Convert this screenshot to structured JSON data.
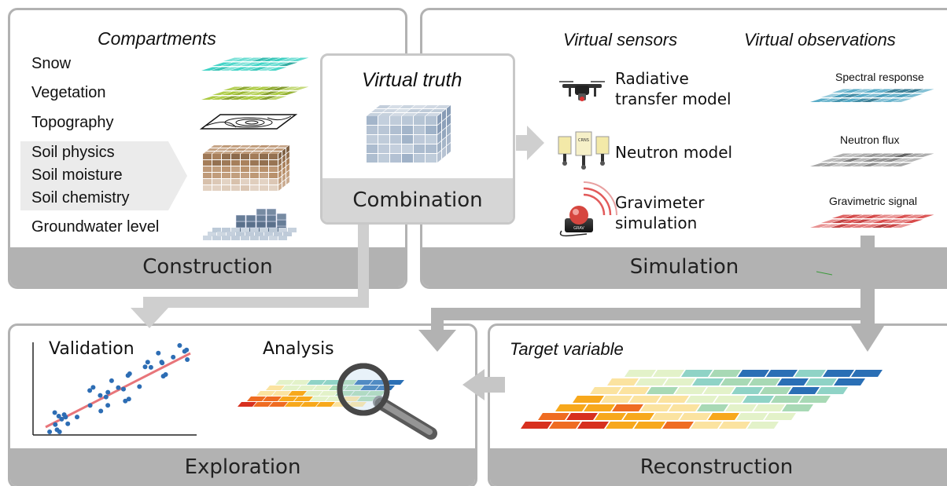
{
  "construction": {
    "footer": "Construction",
    "compartments_title": "Compartments",
    "items": [
      "Snow",
      "Vegetation",
      "Topography",
      "Soil physics",
      "Soil moisture",
      "Soil chemistry",
      "Groundwater level"
    ]
  },
  "combination": {
    "title": "Virtual truth",
    "footer": "Combination"
  },
  "simulation": {
    "footer": "Simulation",
    "sensors_title": "Virtual sensors",
    "observations_title": "Virtual observations",
    "sensors": [
      "Radiative transfer model",
      "Neutron model",
      "Gravimeter simulation"
    ],
    "sensor_lines": {
      "radiative_1": "Radiative",
      "radiative_2": "transfer model",
      "neutron": "Neutron model",
      "grav_1": "Gravimeter",
      "grav_2": "simulation"
    },
    "observations": [
      "Spectral response",
      "Neutron flux",
      "Gravimetric signal"
    ],
    "crns_label": "CRNS",
    "grav_label": "GRAV"
  },
  "exploration": {
    "footer": "Exploration",
    "validation": "Validation",
    "analysis": "Analysis"
  },
  "reconstruction": {
    "footer": "Reconstruction",
    "target": "Target variable"
  },
  "colors": {
    "panel_border": "#b2b2b2",
    "arrow": "#c9c9c9",
    "scatter_point": "#2d6db4",
    "regression_line": "#e8757a",
    "snow": "#3fd3c5",
    "vegetation": "#a8c83a",
    "soil": "#b58a63",
    "groundwater": "#9eb1c6",
    "spectral": "#4fa6c3",
    "neutron": "#8a8a8a",
    "gravimetric": "#d94b4b"
  },
  "icons": [
    "drone-icon",
    "crns-probe-icon",
    "gravimeter-icon",
    "magnifier-icon"
  ]
}
